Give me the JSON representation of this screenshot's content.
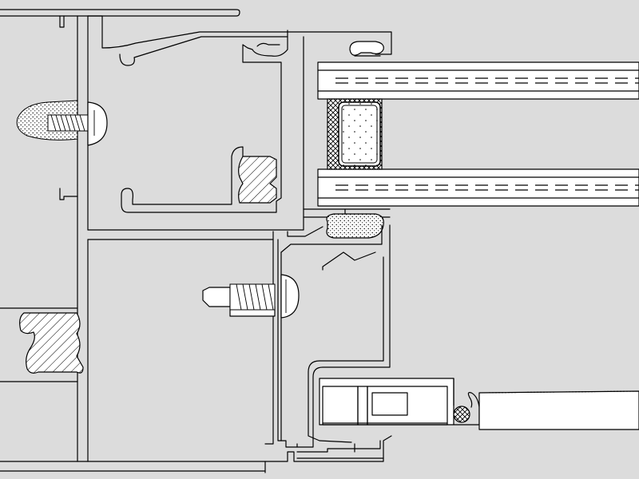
{
  "drawing": {
    "type": "technical cross-section",
    "colors": {
      "background": "#dcdcdc",
      "line": "#000000",
      "fill": "#ffffff",
      "stipple": "#000000"
    },
    "components": [
      "wall-anchor-plug",
      "fixing-screw",
      "outer-frame-profile",
      "sash-profile",
      "glazing-bead",
      "insulated-glass-unit",
      "glass-spacer",
      "thermal-break-insert-upper",
      "thermal-break-insert-lower",
      "bottom-seal",
      "sash-fixing-screw",
      "lower-frame-profile",
      "drive-mechanism",
      "round-seal",
      "adjacent-panel"
    ]
  }
}
